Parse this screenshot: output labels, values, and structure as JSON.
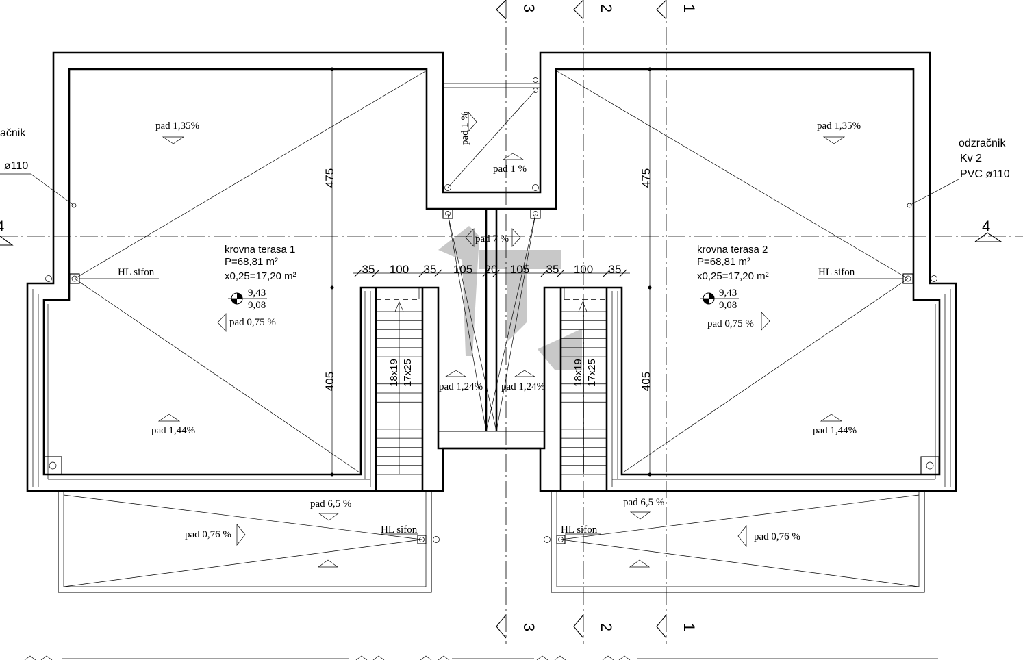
{
  "axes": {
    "a1": "1",
    "a2": "2",
    "a3": "3",
    "a4": "4"
  },
  "terrace1": {
    "name": "krovna terasa 1",
    "area": "P=68,81 m²",
    "reduced": "x0,25=17,20 m²",
    "level_top": "9,43",
    "level_bottom": "9,08",
    "slope_top": "pad 1,35%",
    "slope_side": "pad 0,75 %",
    "slope_bottom": "pad 1,44%",
    "drain": "HL sifon",
    "dim_top": "475",
    "dim_bottom": "405"
  },
  "terrace2": {
    "name": "krovna terasa 2",
    "area": "P=68,81 m²",
    "reduced": "x0,25=17,20 m²",
    "level_top": "9,43",
    "level_bottom": "9,08",
    "slope_top": "pad 1,35%",
    "slope_side": "pad 0,75 %",
    "slope_bottom": "pad 1,44%",
    "drain": "HL sifon",
    "dim_top": "475",
    "dim_bottom": "405"
  },
  "vent_left": {
    "line1": "ačnik",
    "line2": "ø110"
  },
  "vent_right": {
    "line1": "odzračnik",
    "line2": "Kv 2",
    "line3": "PVC ø110"
  },
  "center": {
    "slope_upper_vert": "pad 1 %",
    "slope_upper": "pad 1 %",
    "slope_mid": "pad 7 %",
    "slope_left": "pad 1,24%",
    "slope_right": "pad 1,24%"
  },
  "stairs_left": {
    "a": "18x19",
    "b": "17x25"
  },
  "stairs_right": {
    "a": "18x19",
    "b": "17x25"
  },
  "dims": [
    "35",
    "100",
    "35",
    "105",
    "20",
    "105",
    "35",
    "100",
    "35"
  ],
  "balcony_left": {
    "slope_a": "pad 6,5 %",
    "slope_b": "pad 0,76 %",
    "drain": "HL sifon"
  },
  "balcony_right": {
    "slope_a": "pad 6,5 %",
    "slope_b": "pad 0,76 %",
    "drain": "HL sifon"
  }
}
